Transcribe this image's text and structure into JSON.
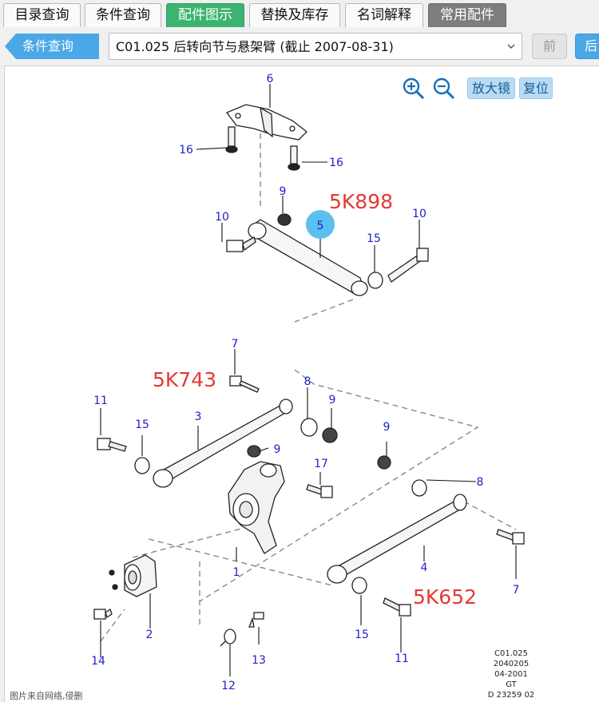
{
  "tabs": [
    {
      "label": "目录查询",
      "state": "normal"
    },
    {
      "label": "条件查询",
      "state": "normal"
    },
    {
      "label": "配件图示",
      "state": "active"
    },
    {
      "label": "替换及库存",
      "state": "normal"
    },
    {
      "label": "名词解释",
      "state": "normal"
    },
    {
      "label": "常用配件",
      "state": "dark"
    }
  ],
  "query": {
    "back_label": "条件查询",
    "selected_group": "C01.025  后转向节与悬架臂 (截止 2007-08-31)",
    "prev_label": "前",
    "next_label": "后"
  },
  "toolbar": {
    "zoom_in_icon": "zoom-in-icon",
    "zoom_out_icon": "zoom-out-icon",
    "magnifier_label": "放大镜",
    "reset_label": "复位"
  },
  "diagram": {
    "callouts": [
      "6",
      "16",
      "16",
      "9",
      "10",
      "5",
      "15",
      "10",
      "7",
      "8",
      "9",
      "11",
      "15",
      "3",
      "9",
      "17",
      "9",
      "8",
      "1",
      "2",
      "4",
      "7",
      "14",
      "13",
      "15",
      "11",
      "12"
    ],
    "highlighted_callout": "5",
    "annotations": [
      "5K898",
      "5K743",
      "5K652"
    ],
    "figure_info": [
      "C01.025",
      "2040205",
      "04-2001",
      "GT",
      "D 23259 02"
    ]
  },
  "footnote": "图片来自网络,侵删",
  "colors": {
    "accent_green": "#3cb371",
    "accent_blue": "#4aa8e6",
    "callout_blue": "#1f22c9",
    "annotation_red": "#e53935",
    "highlight": "#5bc0f0"
  }
}
